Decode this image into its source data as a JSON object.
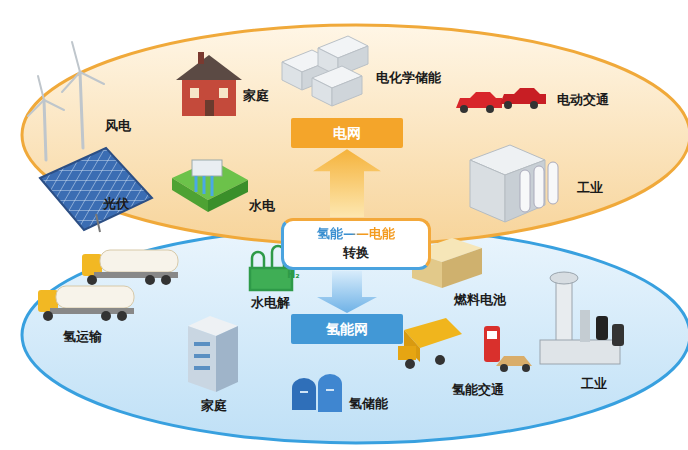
{
  "diagram": {
    "nodes": [
      {
        "text": [
          "电网"
        ]
      },
      {
        "text": [
          "氢能——电能",
          "转换"
        ]
      },
      {
        "text": [
          "氢能网"
        ]
      }
    ],
    "edges": [
      {
        "from": 1,
        "to": 0,
        "arrow": "to"
      },
      {
        "from": 1,
        "to": 2,
        "arrow": "to"
      }
    ],
    "labels": [
      "风电",
      "家庭",
      "电化学储能",
      "电动交通",
      "光伏",
      "水电",
      "工业",
      "H₂",
      "水电解",
      "燃料电池",
      "氢运输",
      "家庭",
      "氢储能",
      "氢能交通",
      "工业"
    ]
  }
}
